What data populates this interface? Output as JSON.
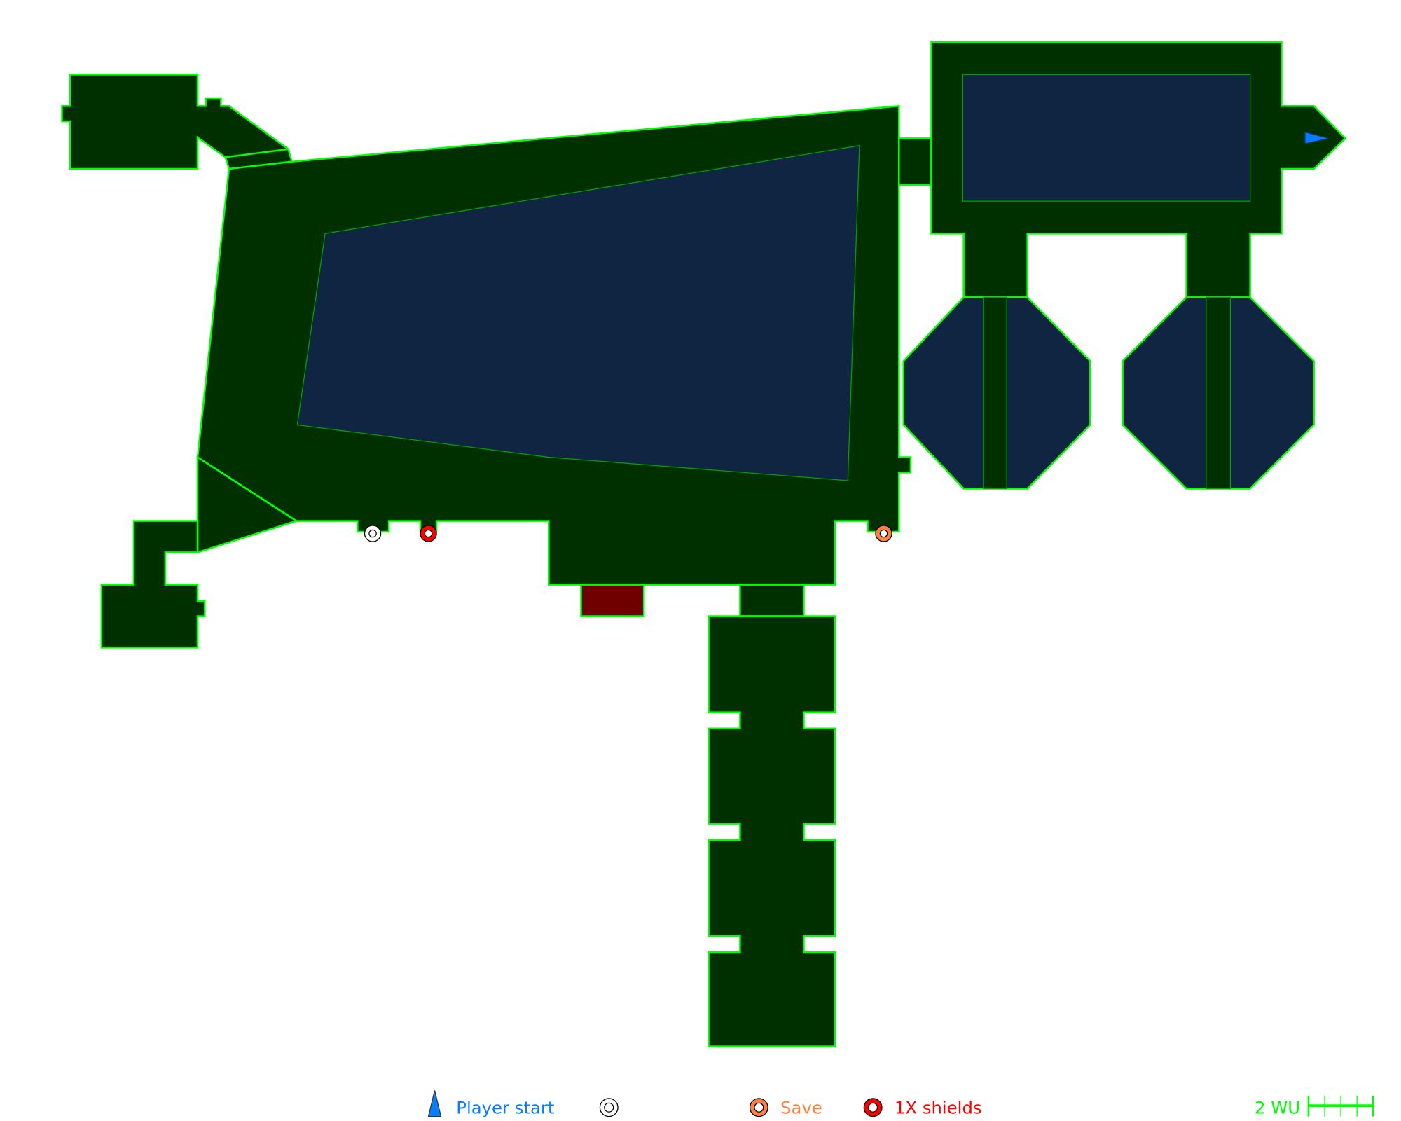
{
  "map": {
    "colors": {
      "floor": "#002f00",
      "wall": "#00ff00",
      "liquid": "#102542",
      "hazard": "#6f0000",
      "player": "#0a7cff",
      "save": "#ff8040",
      "shields": "#ff0000"
    },
    "pickups": [
      {
        "type": "unlabeled-ring",
        "color": "#ffffff"
      },
      {
        "type": "shields",
        "color": "#ff0000"
      },
      {
        "type": "save",
        "color": "#ff8040"
      }
    ]
  },
  "legend": {
    "player_start": "Player start",
    "save": "Save",
    "shields": "1X shields",
    "scale_label": "2 WU"
  }
}
